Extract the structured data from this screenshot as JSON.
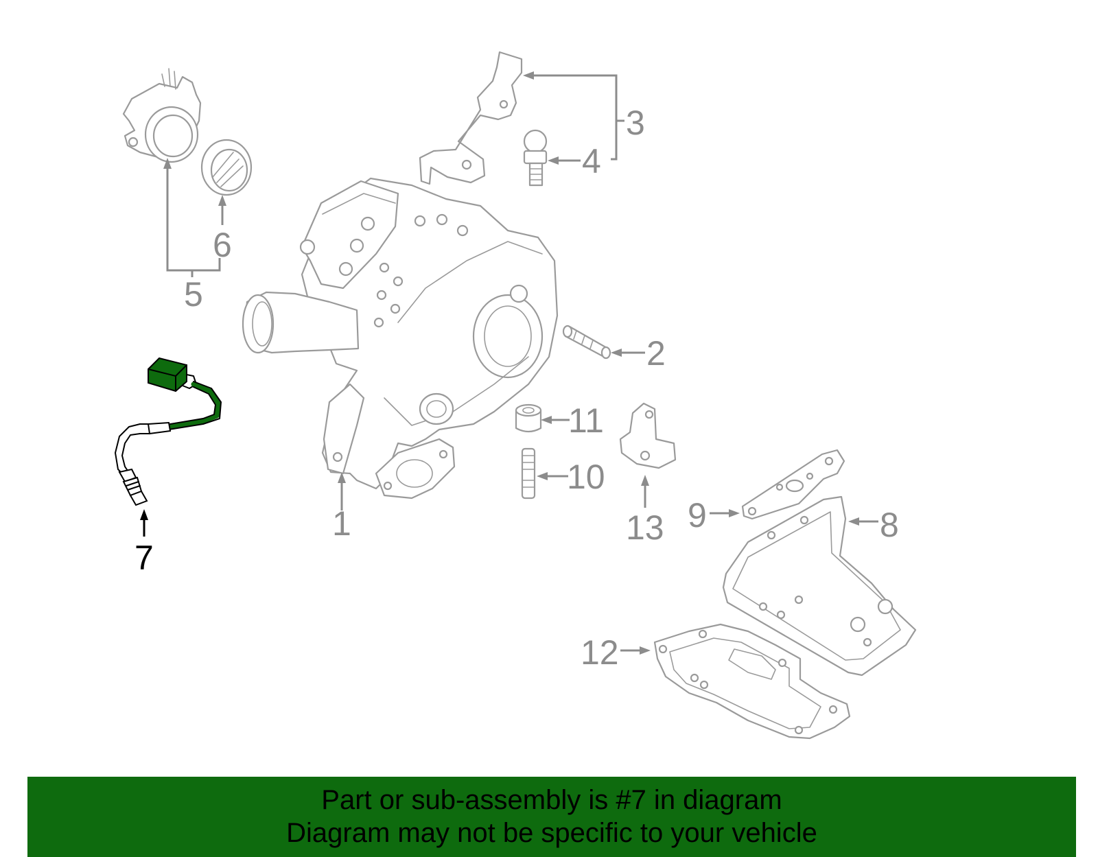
{
  "diagram": {
    "callouts": {
      "c1": "1",
      "c2": "2",
      "c3": "3",
      "c4": "4",
      "c5": "5",
      "c6": "6",
      "c7": "7",
      "c8": "8",
      "c9": "9",
      "c10": "10",
      "c11": "11",
      "c12": "12",
      "c13": "13"
    },
    "highlighted_part": "7",
    "colors": {
      "highlight": "#0e6b0e",
      "part_stroke": "#9a9a9a",
      "label": "#8c8c8c",
      "active_label": "#000000"
    }
  },
  "banner": {
    "line1": "Part or sub-assembly is #7 in diagram",
    "line2": "Diagram may not be specific to your vehicle"
  }
}
